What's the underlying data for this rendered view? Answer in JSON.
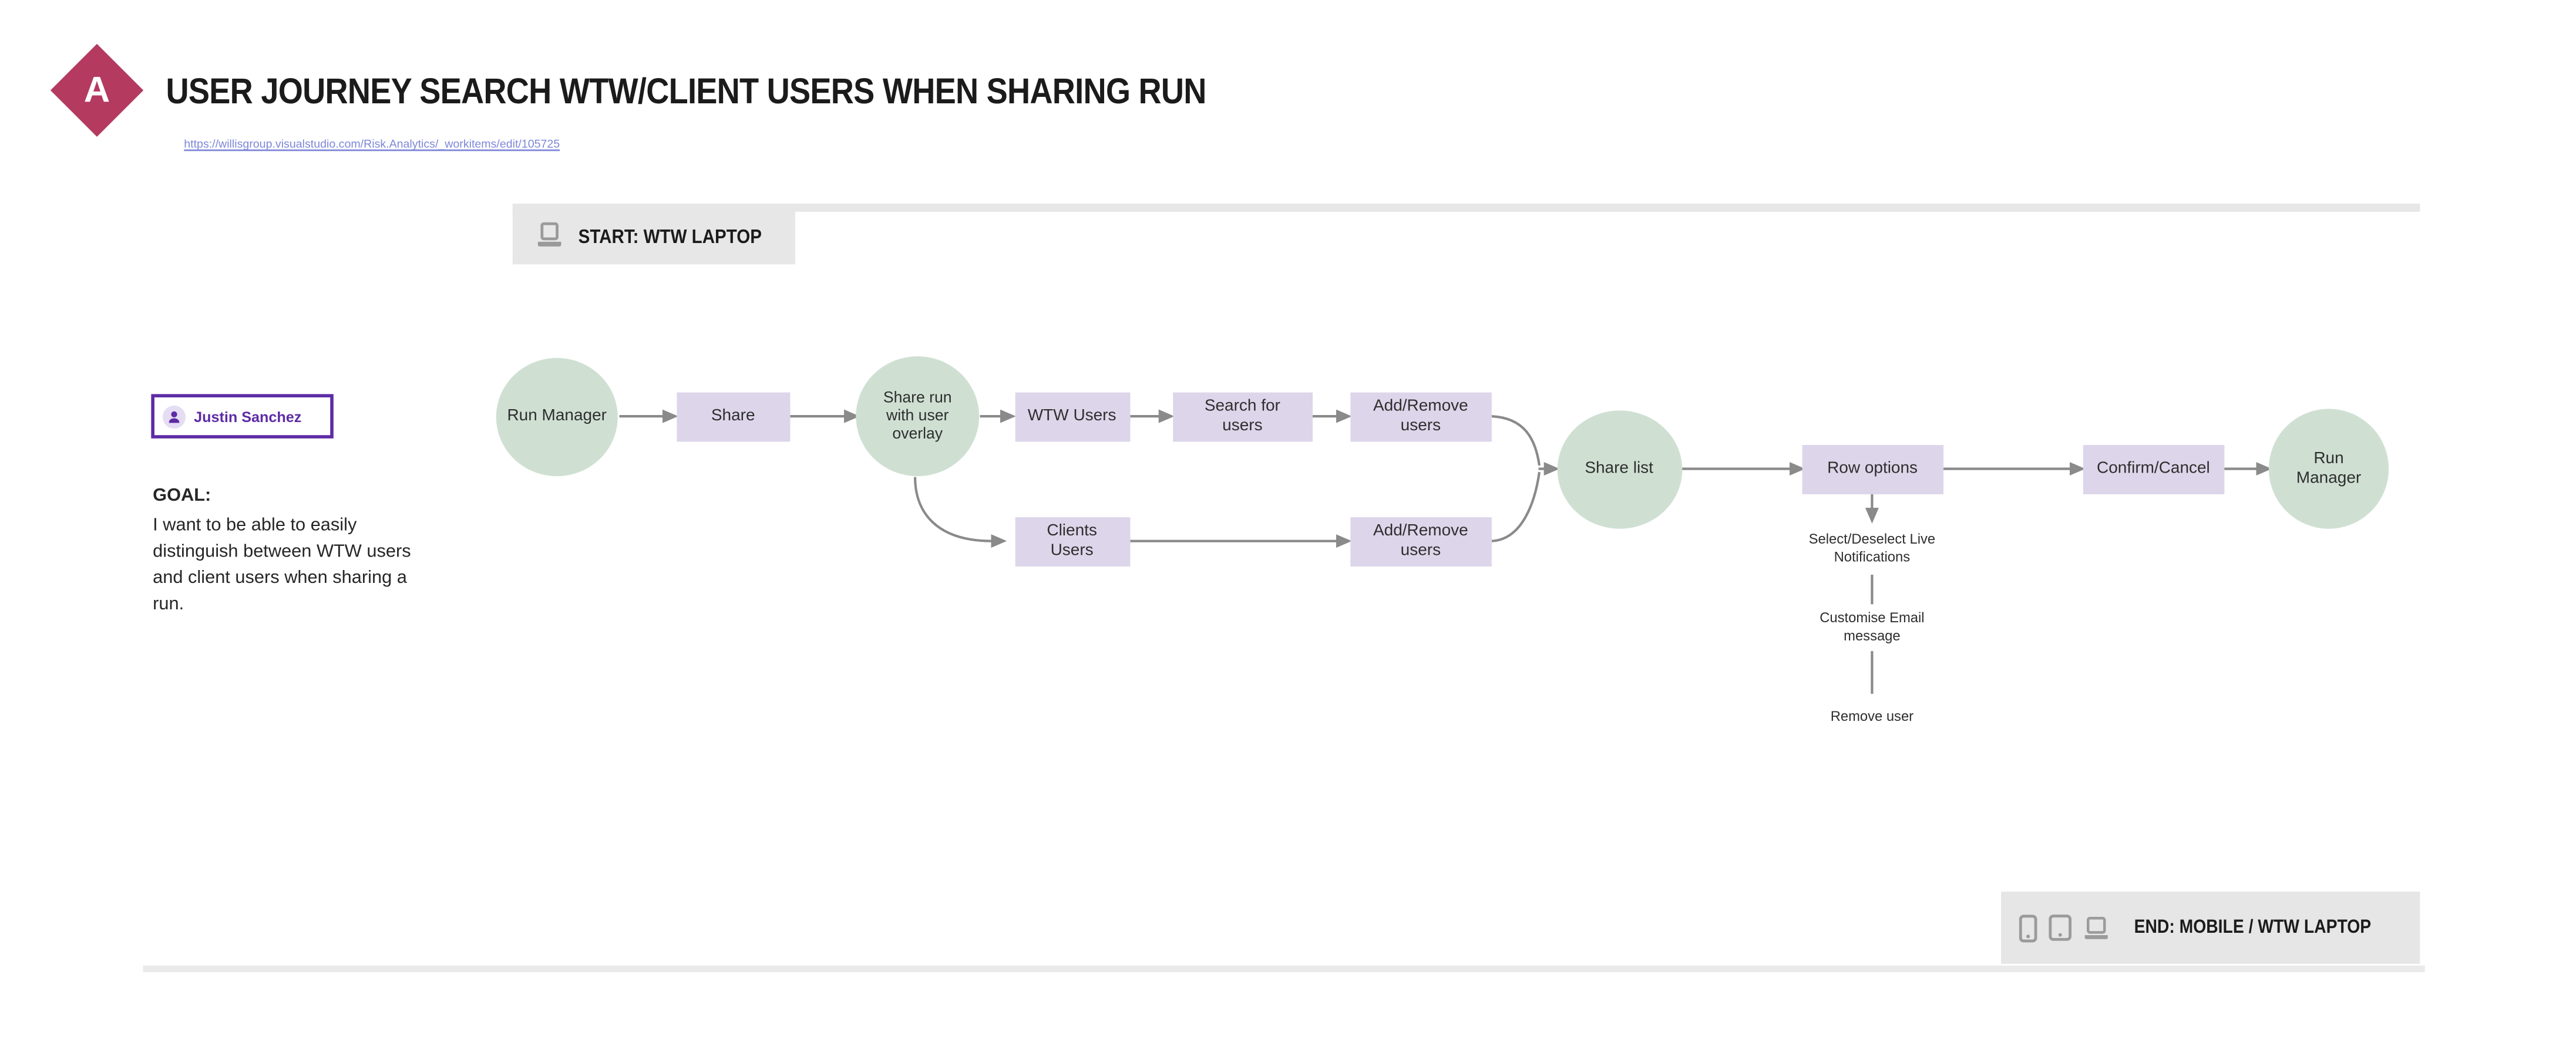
{
  "logo": {
    "letter": "A",
    "color": "#b43a60"
  },
  "header": {
    "title": "USER JOURNEY SEARCH WTW/CLIENT USERS WHEN SHARING RUN",
    "link": "https://willisgroup.visualstudio.com/Risk.Analytics/_workitems/edit/105725"
  },
  "start_banner": {
    "label": "START: WTW LAPTOP",
    "icon": "laptop-icon"
  },
  "end_banner": {
    "label": "END: MOBILE / WTW LAPTOP",
    "icons": [
      "phone-icon",
      "tablet-icon",
      "laptop-icon"
    ]
  },
  "persona": {
    "name": "Justin Sanchez",
    "icon": "person-icon",
    "accent_color": "#5d2ba6"
  },
  "goal": {
    "heading": "GOAL:",
    "text": "I want to be able to easily distinguish between WTW users and client users when sharing a run."
  },
  "flow": {
    "colors": {
      "ellipse_fill": "#cfe0d3",
      "box_fill": "#ddd5ea",
      "arrow": "#8a8a8a",
      "text": "#2e2e2e"
    },
    "nodes": [
      {
        "id": "run-manager-start",
        "type": "ellipse",
        "label": "Run Manager"
      },
      {
        "id": "share",
        "type": "box",
        "label": "Share"
      },
      {
        "id": "share-run-overlay",
        "type": "ellipse",
        "label": "Share run with user overlay"
      },
      {
        "id": "wtw-users",
        "type": "box",
        "label": "WTW Users"
      },
      {
        "id": "search-for-users",
        "type": "box",
        "label": "Search for users"
      },
      {
        "id": "add-remove-users-wtw",
        "type": "box",
        "label": "Add/Remove users"
      },
      {
        "id": "clients-users",
        "type": "box",
        "label": "Clients Users"
      },
      {
        "id": "add-remove-users-clients",
        "type": "box",
        "label": "Add/Remove users"
      },
      {
        "id": "share-list",
        "type": "ellipse",
        "label": "Share list"
      },
      {
        "id": "row-options",
        "type": "box",
        "label": "Row options"
      },
      {
        "id": "confirm-cancel",
        "type": "box",
        "label": "Confirm/Cancel"
      },
      {
        "id": "run-manager-end",
        "type": "ellipse",
        "label": "Run Manager"
      }
    ],
    "annotations": [
      "Select/Deselect Live Notifications",
      "Customise Email message",
      "Remove user"
    ]
  }
}
